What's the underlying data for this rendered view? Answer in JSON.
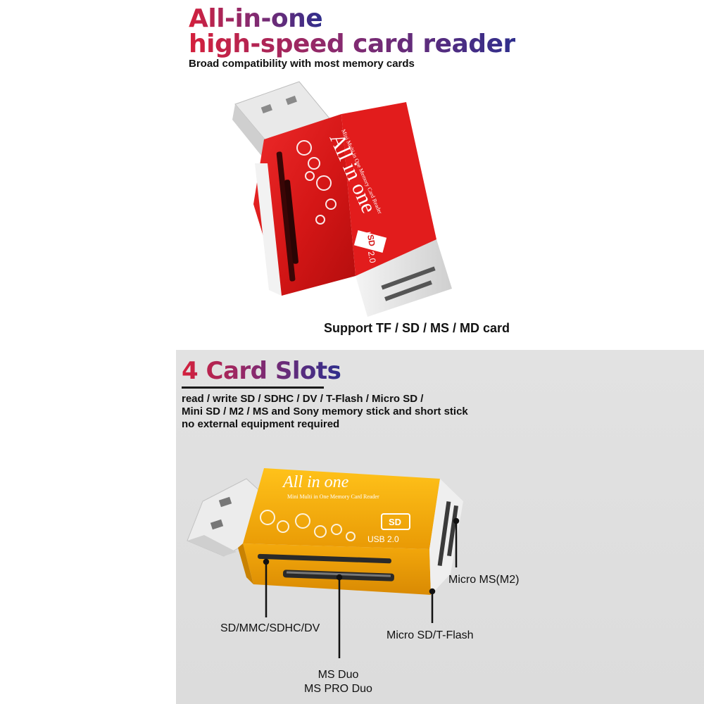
{
  "header": {
    "title_line1": "All-in-one",
    "title_line2": "high-speed card reader",
    "subtitle": "Broad compatibility with most memory cards"
  },
  "product1": {
    "caption": "Support TF / SD / MS / MD card",
    "body_text": "All in one",
    "small_text": "Mini Multi in One Memory Card Reader",
    "usb_text": "USB 2.0",
    "sd_text": "SD",
    "color": "#d81a1a"
  },
  "section2": {
    "title": "4 Card Slots",
    "desc_lines": [
      "read / write SD / SDHC / DV / T-Flash / Micro SD /",
      "Mini SD / M2 / MS and Sony memory stick and short stick",
      "no external equipment required"
    ]
  },
  "product2": {
    "body_text": "All in one",
    "small_text": "Mini Multi in One Memory Card Reader",
    "usb_text": "USB 2.0",
    "sd_text": "SD",
    "color": "#f2a70a"
  },
  "callouts": {
    "sd": "SD/MMC/SDHC/DV",
    "ms_line1": "MS Duo",
    "ms_line2": "MS PRO Duo",
    "micro_sd": "Micro SD/T-Flash",
    "micro_ms": "Micro MS(M2)"
  }
}
